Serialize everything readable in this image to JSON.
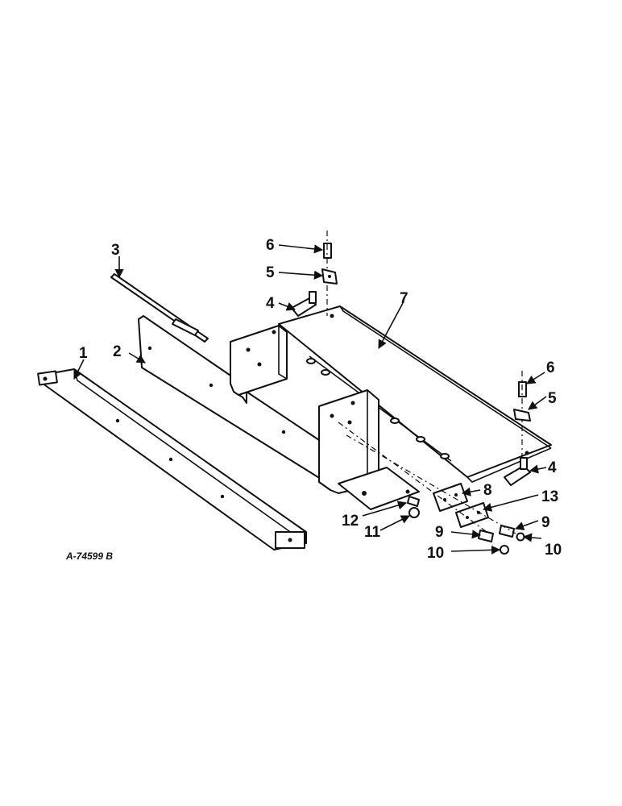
{
  "figure_ref": "A-74599 B",
  "callouts": [
    "1",
    "2",
    "3",
    "4",
    "4",
    "5",
    "5",
    "6",
    "6",
    "7",
    "8",
    "9",
    "9",
    "10",
    "10",
    "11",
    "12",
    "13"
  ]
}
